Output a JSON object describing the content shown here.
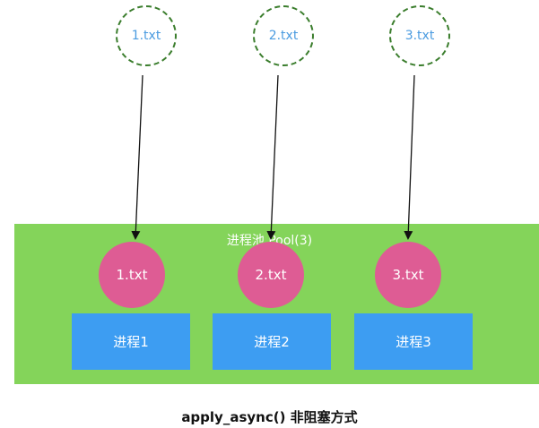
{
  "files": [
    "1.txt",
    "2.txt",
    "3.txt"
  ],
  "pool": {
    "title": "进程池 Pool(3)",
    "tasks": [
      "1.txt",
      "2.txt",
      "3.txt"
    ],
    "processes": [
      "进程1",
      "进程2",
      "进程3"
    ]
  },
  "caption": "apply_async() 非阻塞方式",
  "colors": {
    "pool_bg": "#84d45a",
    "task_circle": "#de5c94",
    "process_box": "#3d9df2",
    "file_text": "#4a9be0",
    "file_border": "#3a7d2c"
  }
}
